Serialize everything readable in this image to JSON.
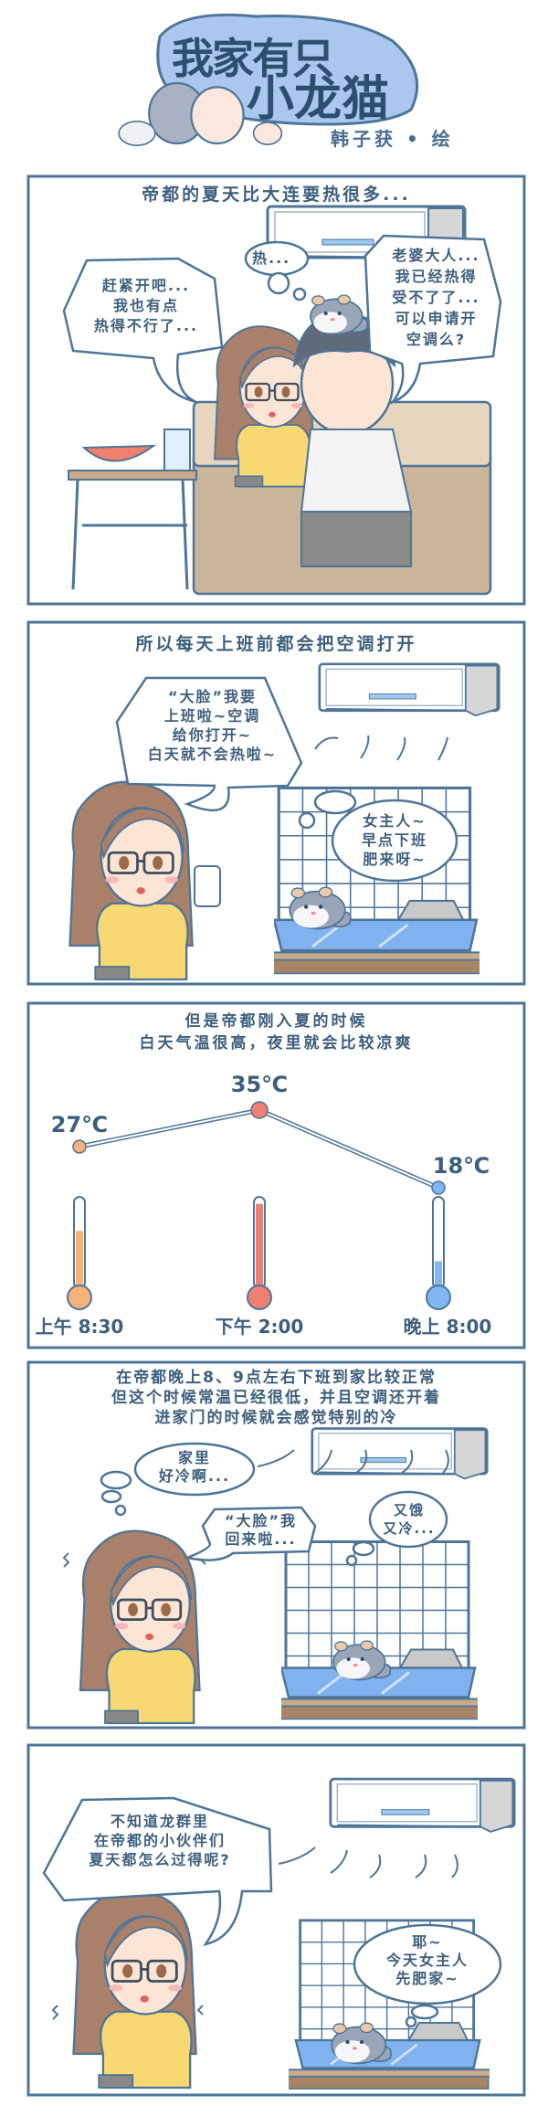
{
  "header": {
    "title_line1": "我家有只",
    "title_line2": "小龙猫",
    "author": "韩子获 • 绘"
  },
  "panel1": {
    "caption": "帝都的夏天比大连要热很多...",
    "thought": "热...",
    "left_bubble": [
      "赶紧开吧...",
      "我也有点",
      "热得不行了..."
    ],
    "right_bubble": [
      "老婆大人...",
      "我已经热得",
      "受不了了...",
      "可以申请开",
      "空调么?"
    ]
  },
  "panel2": {
    "caption": "所以每天上班前都会把空调打开",
    "girl_bubble": [
      "“大脸”我要",
      "上班啦~空调",
      "给你打开~",
      "白天就不会热啦~"
    ],
    "hamster_bubble": [
      "女主人~",
      "早点下班",
      "肥来呀~"
    ]
  },
  "panel3": {
    "caption": [
      "但是帝都刚入夏的时候",
      "白天气温很高，夜里就会比较凉爽"
    ],
    "readings": [
      {
        "time": "上午 8:30",
        "temp": 27,
        "label": "27℃",
        "color": "#f4b27a"
      },
      {
        "time": "下午 2:00",
        "temp": 35,
        "label": "35℃",
        "color": "#ef7f72"
      },
      {
        "time": "晚上 8:00",
        "temp": 18,
        "label": "18℃",
        "color": "#7fb7f2"
      }
    ]
  },
  "panel4": {
    "caption": [
      "在帝都晚上8、9点左右下班到家比较正常",
      "但这个时候常温已经很低，并且空调还开着",
      "进家门的时候就会感觉特别的冷"
    ],
    "thought_bubble": [
      "家里",
      "好冷啊..."
    ],
    "girl_bubble": [
      "“大脸”我",
      "回来啦..."
    ],
    "hamster_bubble": [
      "又饿",
      "又冷..."
    ]
  },
  "panel5": {
    "girl_bubble": [
      "不知道龙群里",
      "在帝都的小伙伴们",
      "夏天都怎么过得呢?"
    ],
    "hamster_bubble": [
      "耶~",
      "今天女主人",
      "先肥家~"
    ]
  },
  "colors": {
    "border": "#4e7597",
    "text": "#3d5f7d",
    "logo_blob": "#a9c7ef",
    "hair": "#a98069",
    "shirt": "#f8d873",
    "cage_tray": "#7fb2ef"
  }
}
